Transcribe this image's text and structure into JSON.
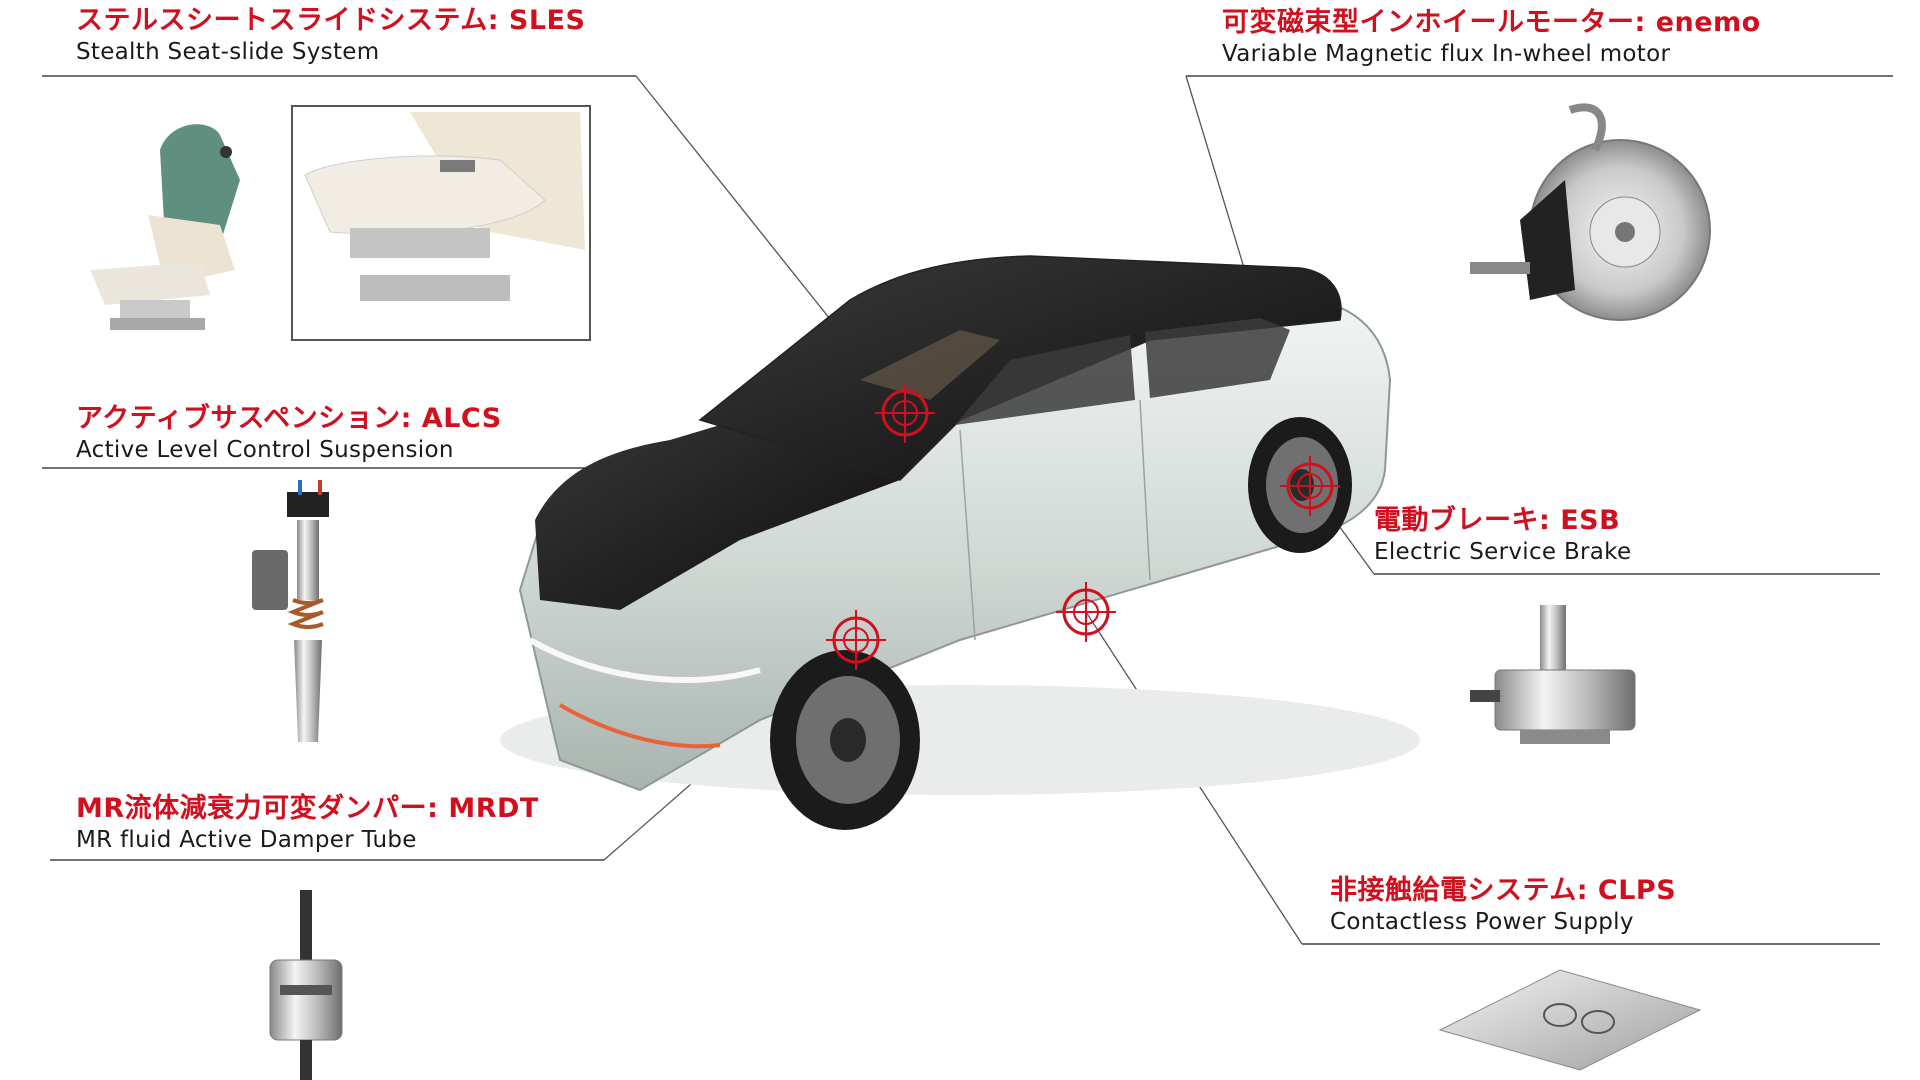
{
  "features": [
    {
      "id": "sles",
      "title": "ステルスシートスライドシステム: SLES",
      "subtitle": "Stealth Seat-slide System"
    },
    {
      "id": "alcs",
      "title": "アクティブサスペンション: ALCS",
      "subtitle": "Active Level Control Suspension"
    },
    {
      "id": "mrdt",
      "title": "MR流体減衰力可変ダンパー: MRDT",
      "subtitle": "MR fluid Active Damper Tube"
    },
    {
      "id": "enemo",
      "title": "可変磁束型インホイールモーター: enemo",
      "subtitle": "Variable Magnetic flux In-wheel motor"
    },
    {
      "id": "esb",
      "title": "電動ブレーキ: ESB",
      "subtitle": "Electric Service Brake"
    },
    {
      "id": "clps",
      "title": "非接触給電システム: CLPS",
      "subtitle": "Contactless Power Supply"
    }
  ],
  "colors": {
    "accent": "#d0101e",
    "line": "#555555",
    "car_body": "#d8dedb",
    "car_roof": "#151515"
  },
  "icons": [
    "seat-icon",
    "seat-closeup-icon",
    "suspension-icon",
    "damper-icon",
    "motor-icon",
    "brake-icon",
    "charging-pad-icon",
    "target-icon"
  ]
}
